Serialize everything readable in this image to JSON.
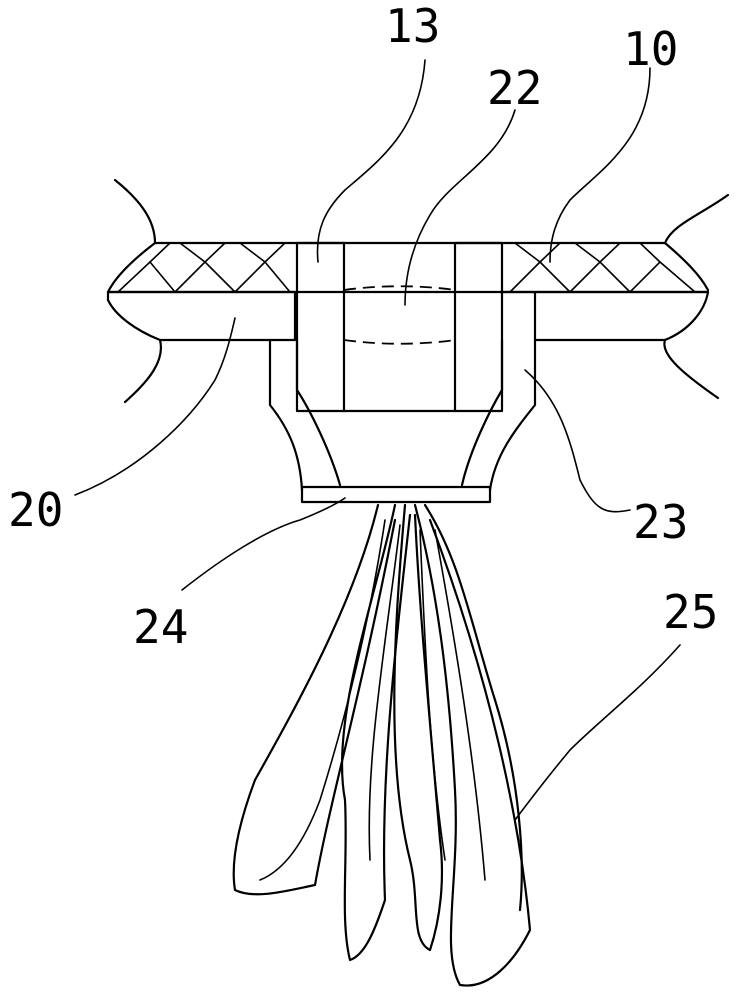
{
  "labels": {
    "l13": "13",
    "l22": "22",
    "l10": "10",
    "l20": "20",
    "l23": "23",
    "l24": "24",
    "l25": "25"
  }
}
